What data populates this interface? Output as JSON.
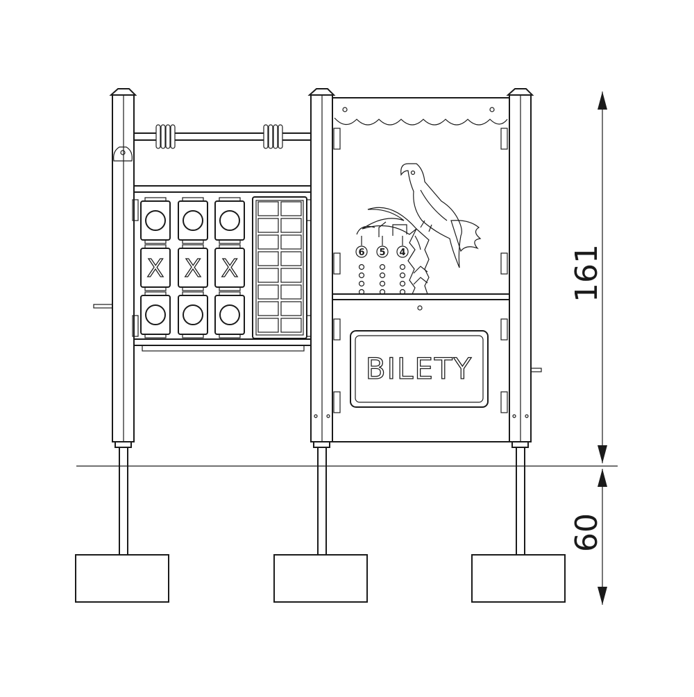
{
  "dimensions": {
    "above_ground": "161",
    "below_ground": "60"
  },
  "sign": {
    "text": "BILETY"
  },
  "tic_tac_toe": {
    "rows": [
      [
        "O",
        "O",
        "O"
      ],
      [
        "X",
        "X",
        "X"
      ],
      [
        "O",
        "O",
        "O"
      ]
    ]
  },
  "abacus": {
    "labels": [
      "6",
      "5",
      "4"
    ]
  },
  "colors": {
    "line": "#1a1a1a",
    "background": "#ffffff"
  }
}
